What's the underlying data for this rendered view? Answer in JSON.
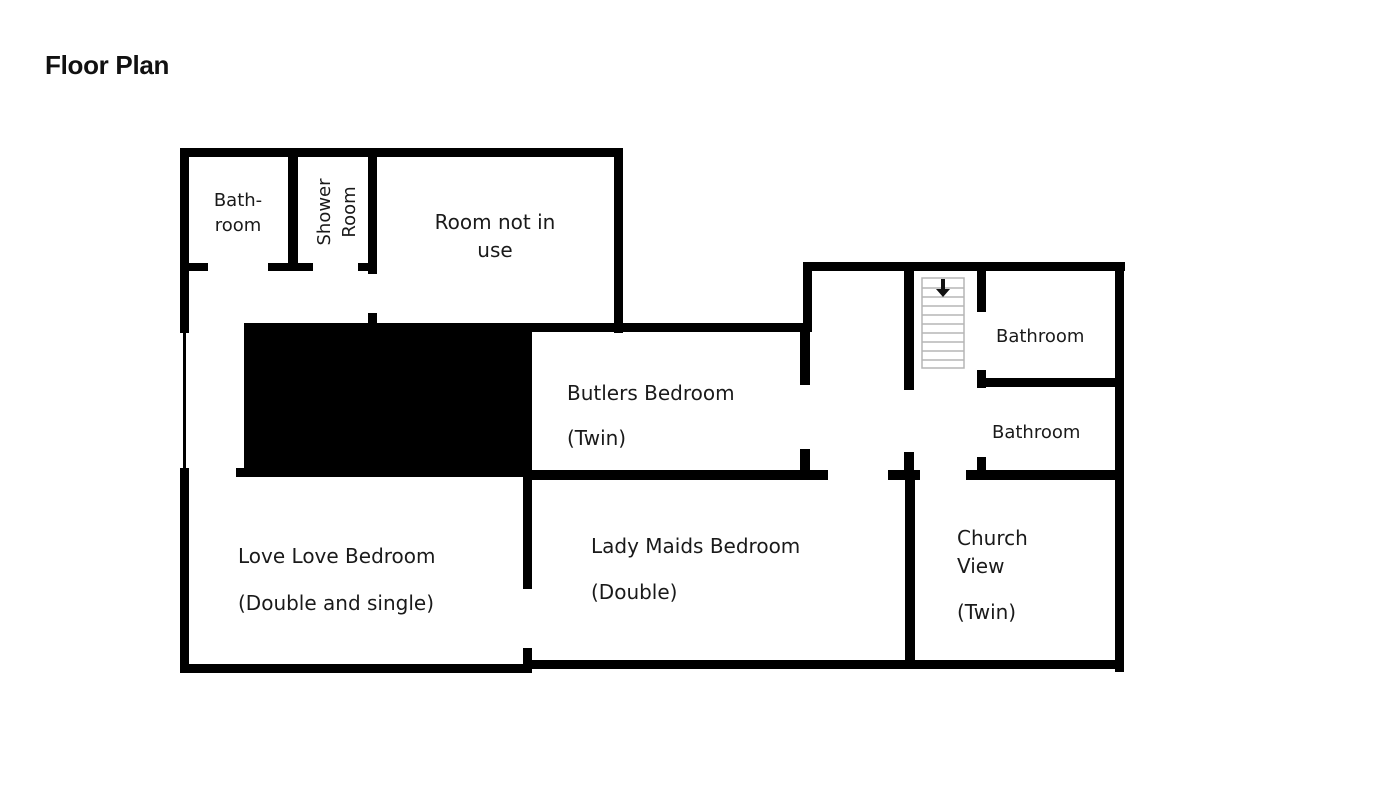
{
  "title": "Floor Plan",
  "colors": {
    "wall": "#000000",
    "stairs": "#bdbdbd",
    "text": "#1a1a1a"
  },
  "rooms": {
    "bathroom_top": {
      "line1": "Bath-",
      "line2": "room"
    },
    "shower_room": {
      "line1": "Shower",
      "line2": "Room"
    },
    "room_not_in_use": {
      "line1": "Room not in",
      "line2": "use"
    },
    "butlers_bedroom": {
      "name": "Butlers Bedroom",
      "type": "(Twin)"
    },
    "bathroom_right_upper": {
      "name": "Bathroom"
    },
    "bathroom_right_lower": {
      "name": "Bathroom"
    },
    "love_love_bedroom": {
      "name": "Love Love Bedroom",
      "type": "(Double and single)"
    },
    "lady_maids_bedroom": {
      "name": "Lady Maids Bedroom",
      "type": "(Double)"
    },
    "church_view": {
      "line1": "Church",
      "line2": "View",
      "type": "(Twin)"
    }
  },
  "icons": {
    "stairs": "stairs-icon",
    "stairs_arrow": "arrow-down-icon"
  }
}
